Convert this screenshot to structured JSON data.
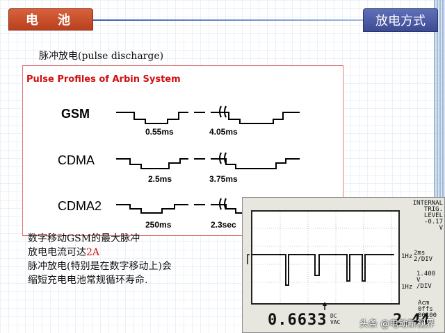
{
  "header": {
    "tab_left": "电池",
    "tab_right": "放电方式"
  },
  "subtitle": "脉冲放电(pulse discharge)",
  "panel": {
    "title": "Pulse Profiles of Arbin System",
    "rows": [
      {
        "label": "GSM",
        "t1": "0.55ms",
        "t2": "4.05ms"
      },
      {
        "label": "CDMA",
        "t1": "2.5ms",
        "t2": "3.75ms"
      },
      {
        "label": "CDMA2",
        "t1": "250ms",
        "t2": "2.3sec"
      }
    ]
  },
  "scope": {
    "header_lines": [
      "INTERNAL",
      "TRIG.",
      "LEVEL",
      "-0.17",
      "V"
    ],
    "ch1_scale": [
      "2ms",
      "2/DIV"
    ],
    "ch2_scale": [
      "1.400",
      "V",
      "/DIV"
    ],
    "marker_a": "1Hz",
    "marker_b": "1Hz",
    "bottom_right": [
      "Acm",
      "0ffs",
      "00100"
    ],
    "main_readout": "0.6633",
    "mode_small": [
      "DC",
      "VAC"
    ],
    "tail_readout": "2.44"
  },
  "body": {
    "line1": "数字移动GSM的最大脉冲",
    "line2_prefix": "放电电流可达",
    "line2_highlight": "2A",
    "line3": "脉冲放电(特别是在数字移动上)会",
    "line4": "缩短充电电池常规循环寿命."
  },
  "watermark": "头条 @电动新视界",
  "colors": {
    "accent_red": "#d01010",
    "tab_left_bg": "#c8502a",
    "tab_right_bg": "#4a58a0"
  }
}
